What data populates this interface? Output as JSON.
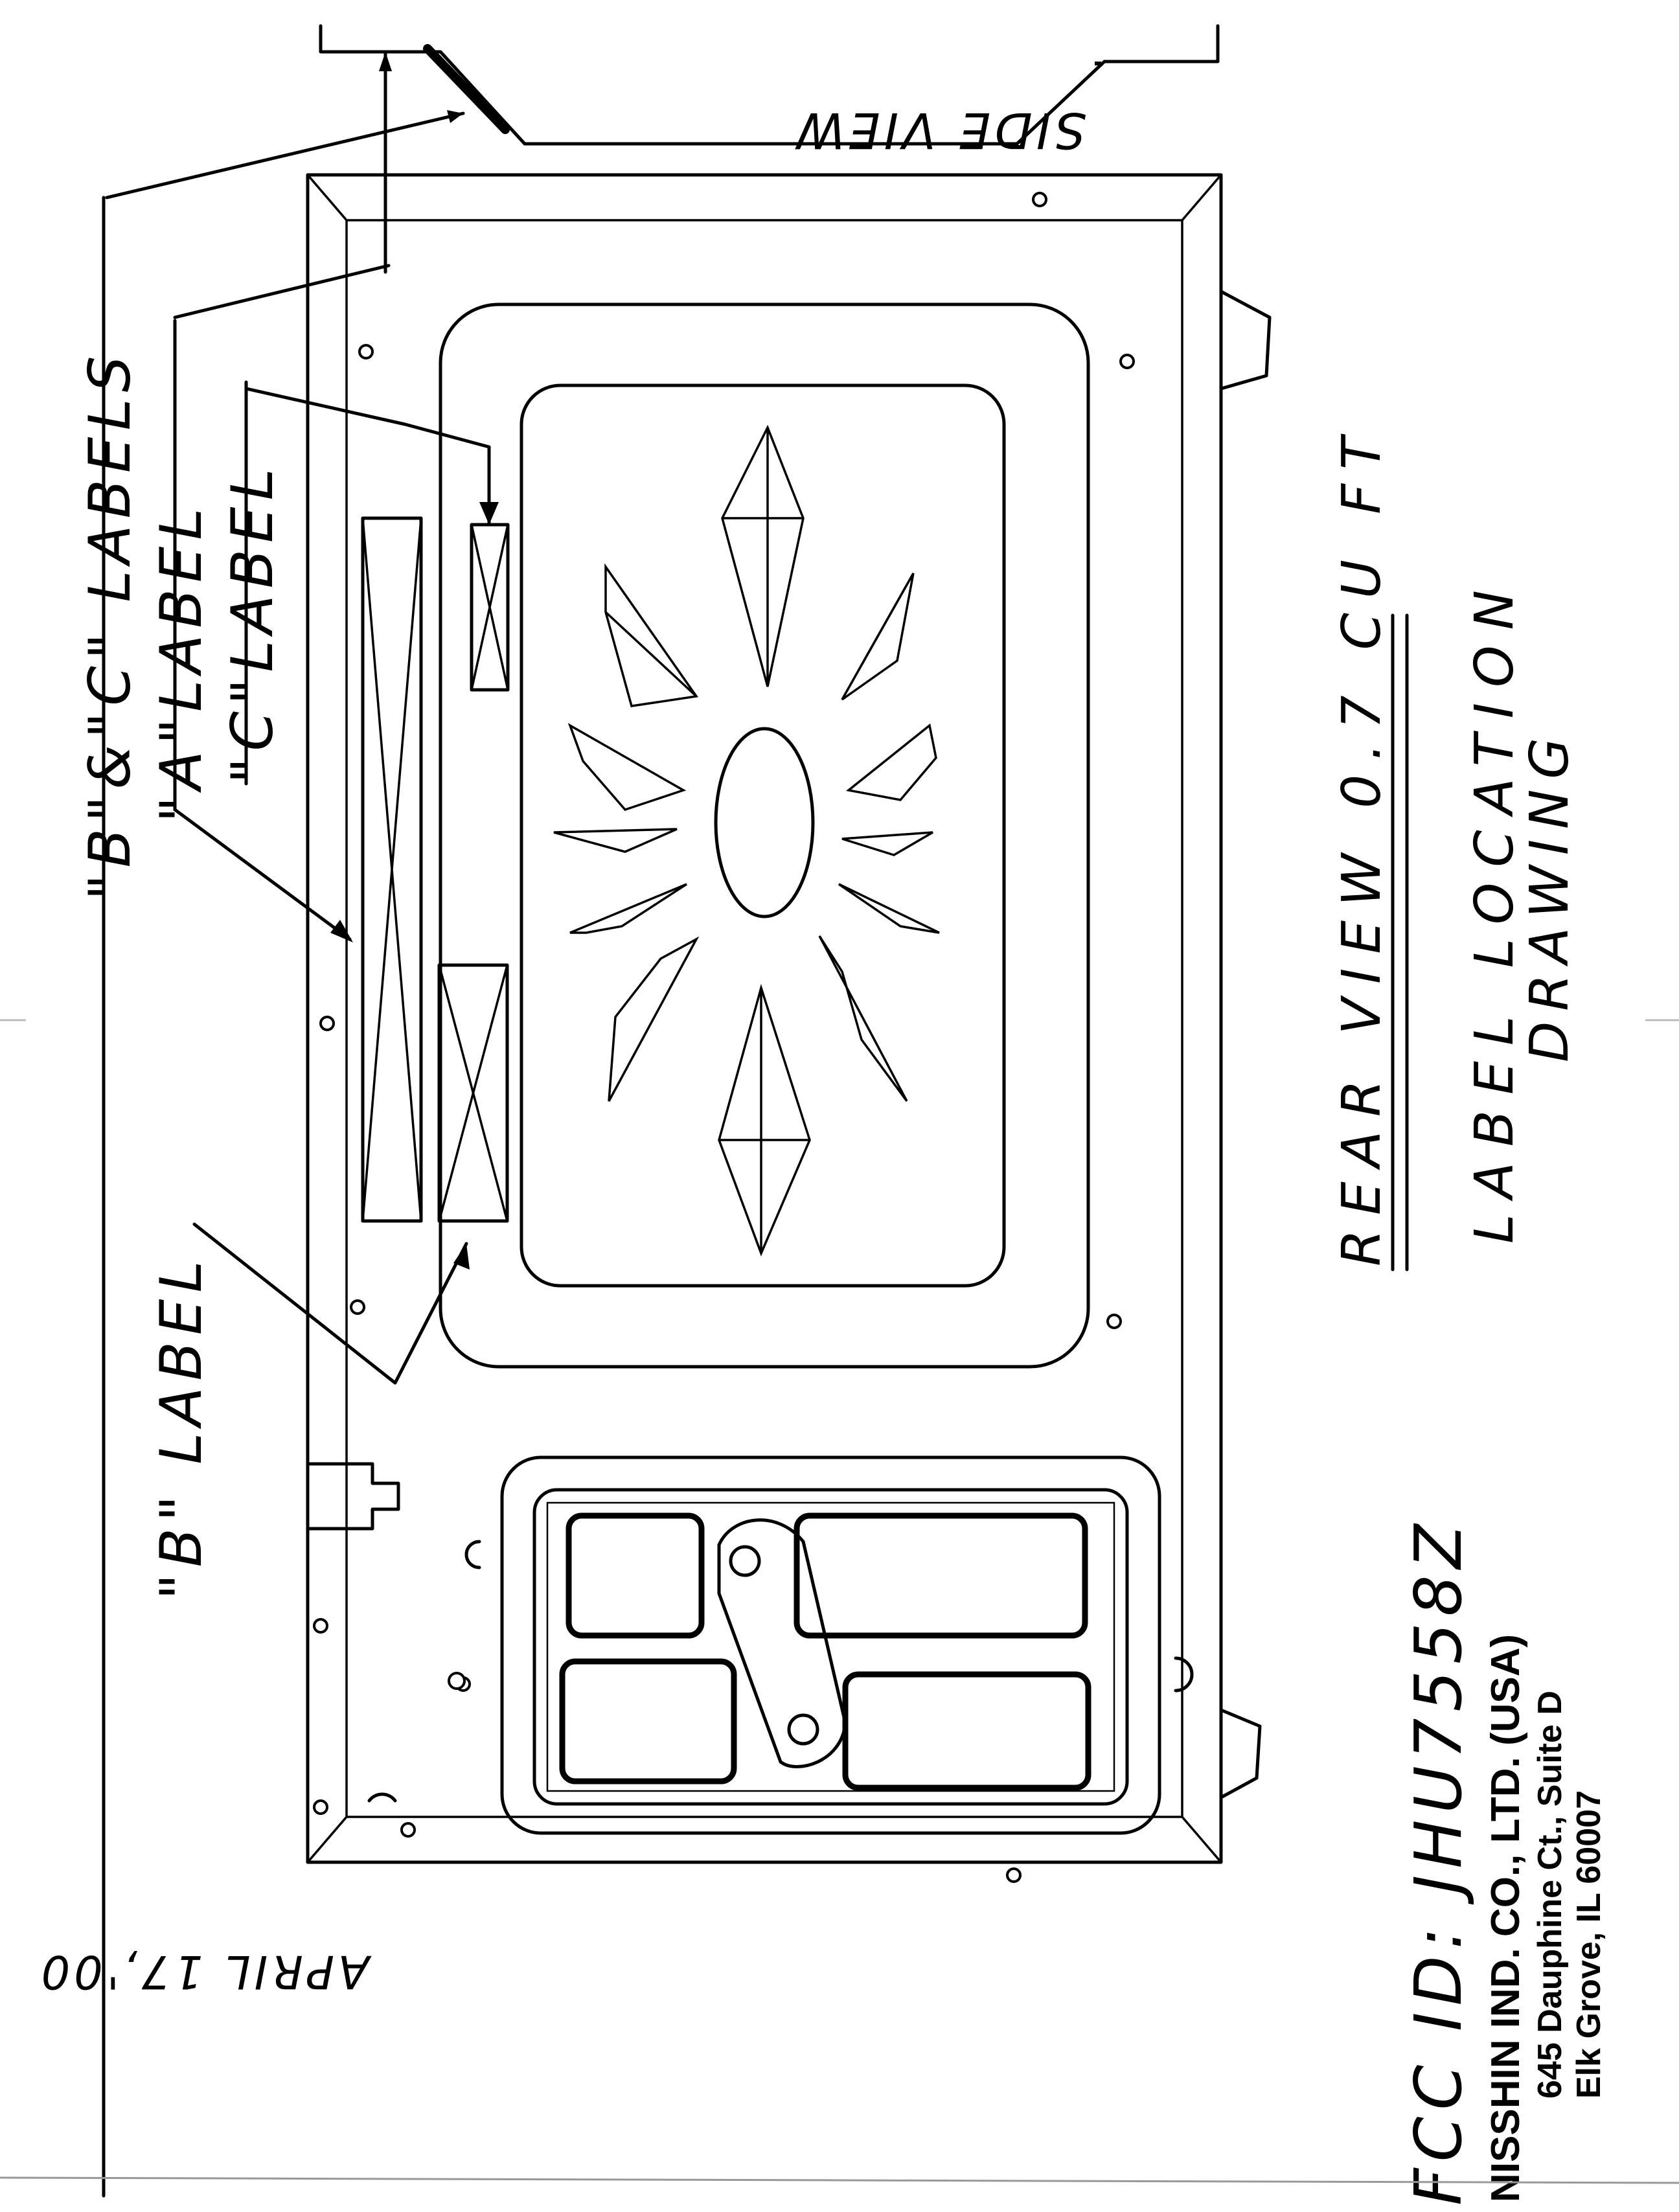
{
  "drawing": {
    "side_view_label": "SIDE VIEW",
    "callouts": {
      "b_and_c_labels": "\"B\"&\"C\" LABELS",
      "a_label": "\"A\"LABEL",
      "c_label": "\"C\"LABEL",
      "b_label": "\"B\" LABEL"
    },
    "title": "REAR VIEW 0.7 CU FT",
    "subtitle_line1": "LABEL LOCATION",
    "subtitle_line2": "DRAWING",
    "date": "APRIL 17,'00",
    "fcc_id": "FCC ID: JHU7558Z",
    "company": {
      "name": "NISSHIN IND. CO., LTD. (USA)",
      "address1": "645 Dauphine Ct., Suite D",
      "address2": "Elk Grove, IL 60007"
    }
  },
  "colors": {
    "ink": "#000000",
    "paper": "#ffffff"
  }
}
